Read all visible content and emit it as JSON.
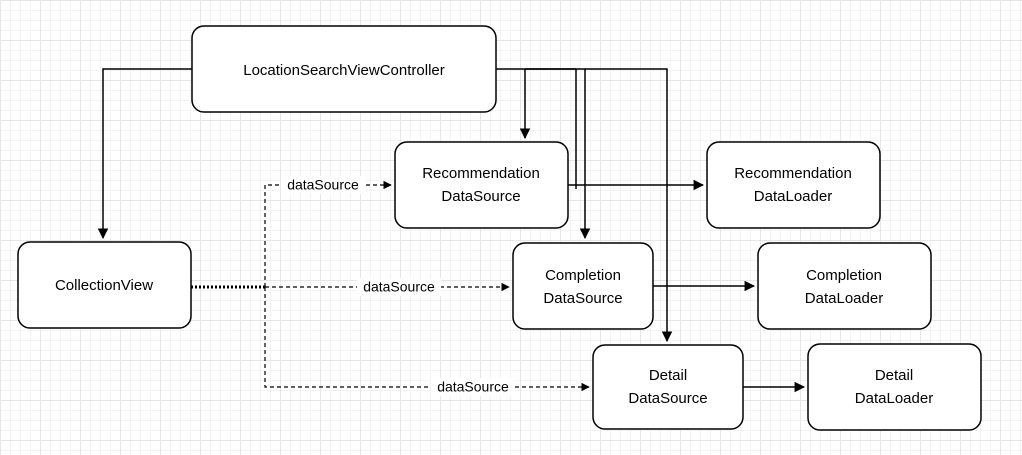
{
  "nodes": {
    "controller": {
      "line1": "LocationSearchViewController",
      "line2": ""
    },
    "collection_view": {
      "line1": "CollectionView",
      "line2": ""
    },
    "rec_ds": {
      "line1": "Recommendation",
      "line2": "DataSource"
    },
    "rec_dl": {
      "line1": "Recommendation",
      "line2": "DataLoader"
    },
    "comp_ds": {
      "line1": "Completion",
      "line2": "DataSource"
    },
    "comp_dl": {
      "line1": "Completion",
      "line2": "DataLoader"
    },
    "detail_ds": {
      "line1": "Detail",
      "line2": "DataSource"
    },
    "detail_dl": {
      "line1": "Detail",
      "line2": "DataLoader"
    }
  },
  "edges": {
    "rec_label": "dataSource",
    "comp_label": "dataSource",
    "detail_label": "dataSource"
  }
}
